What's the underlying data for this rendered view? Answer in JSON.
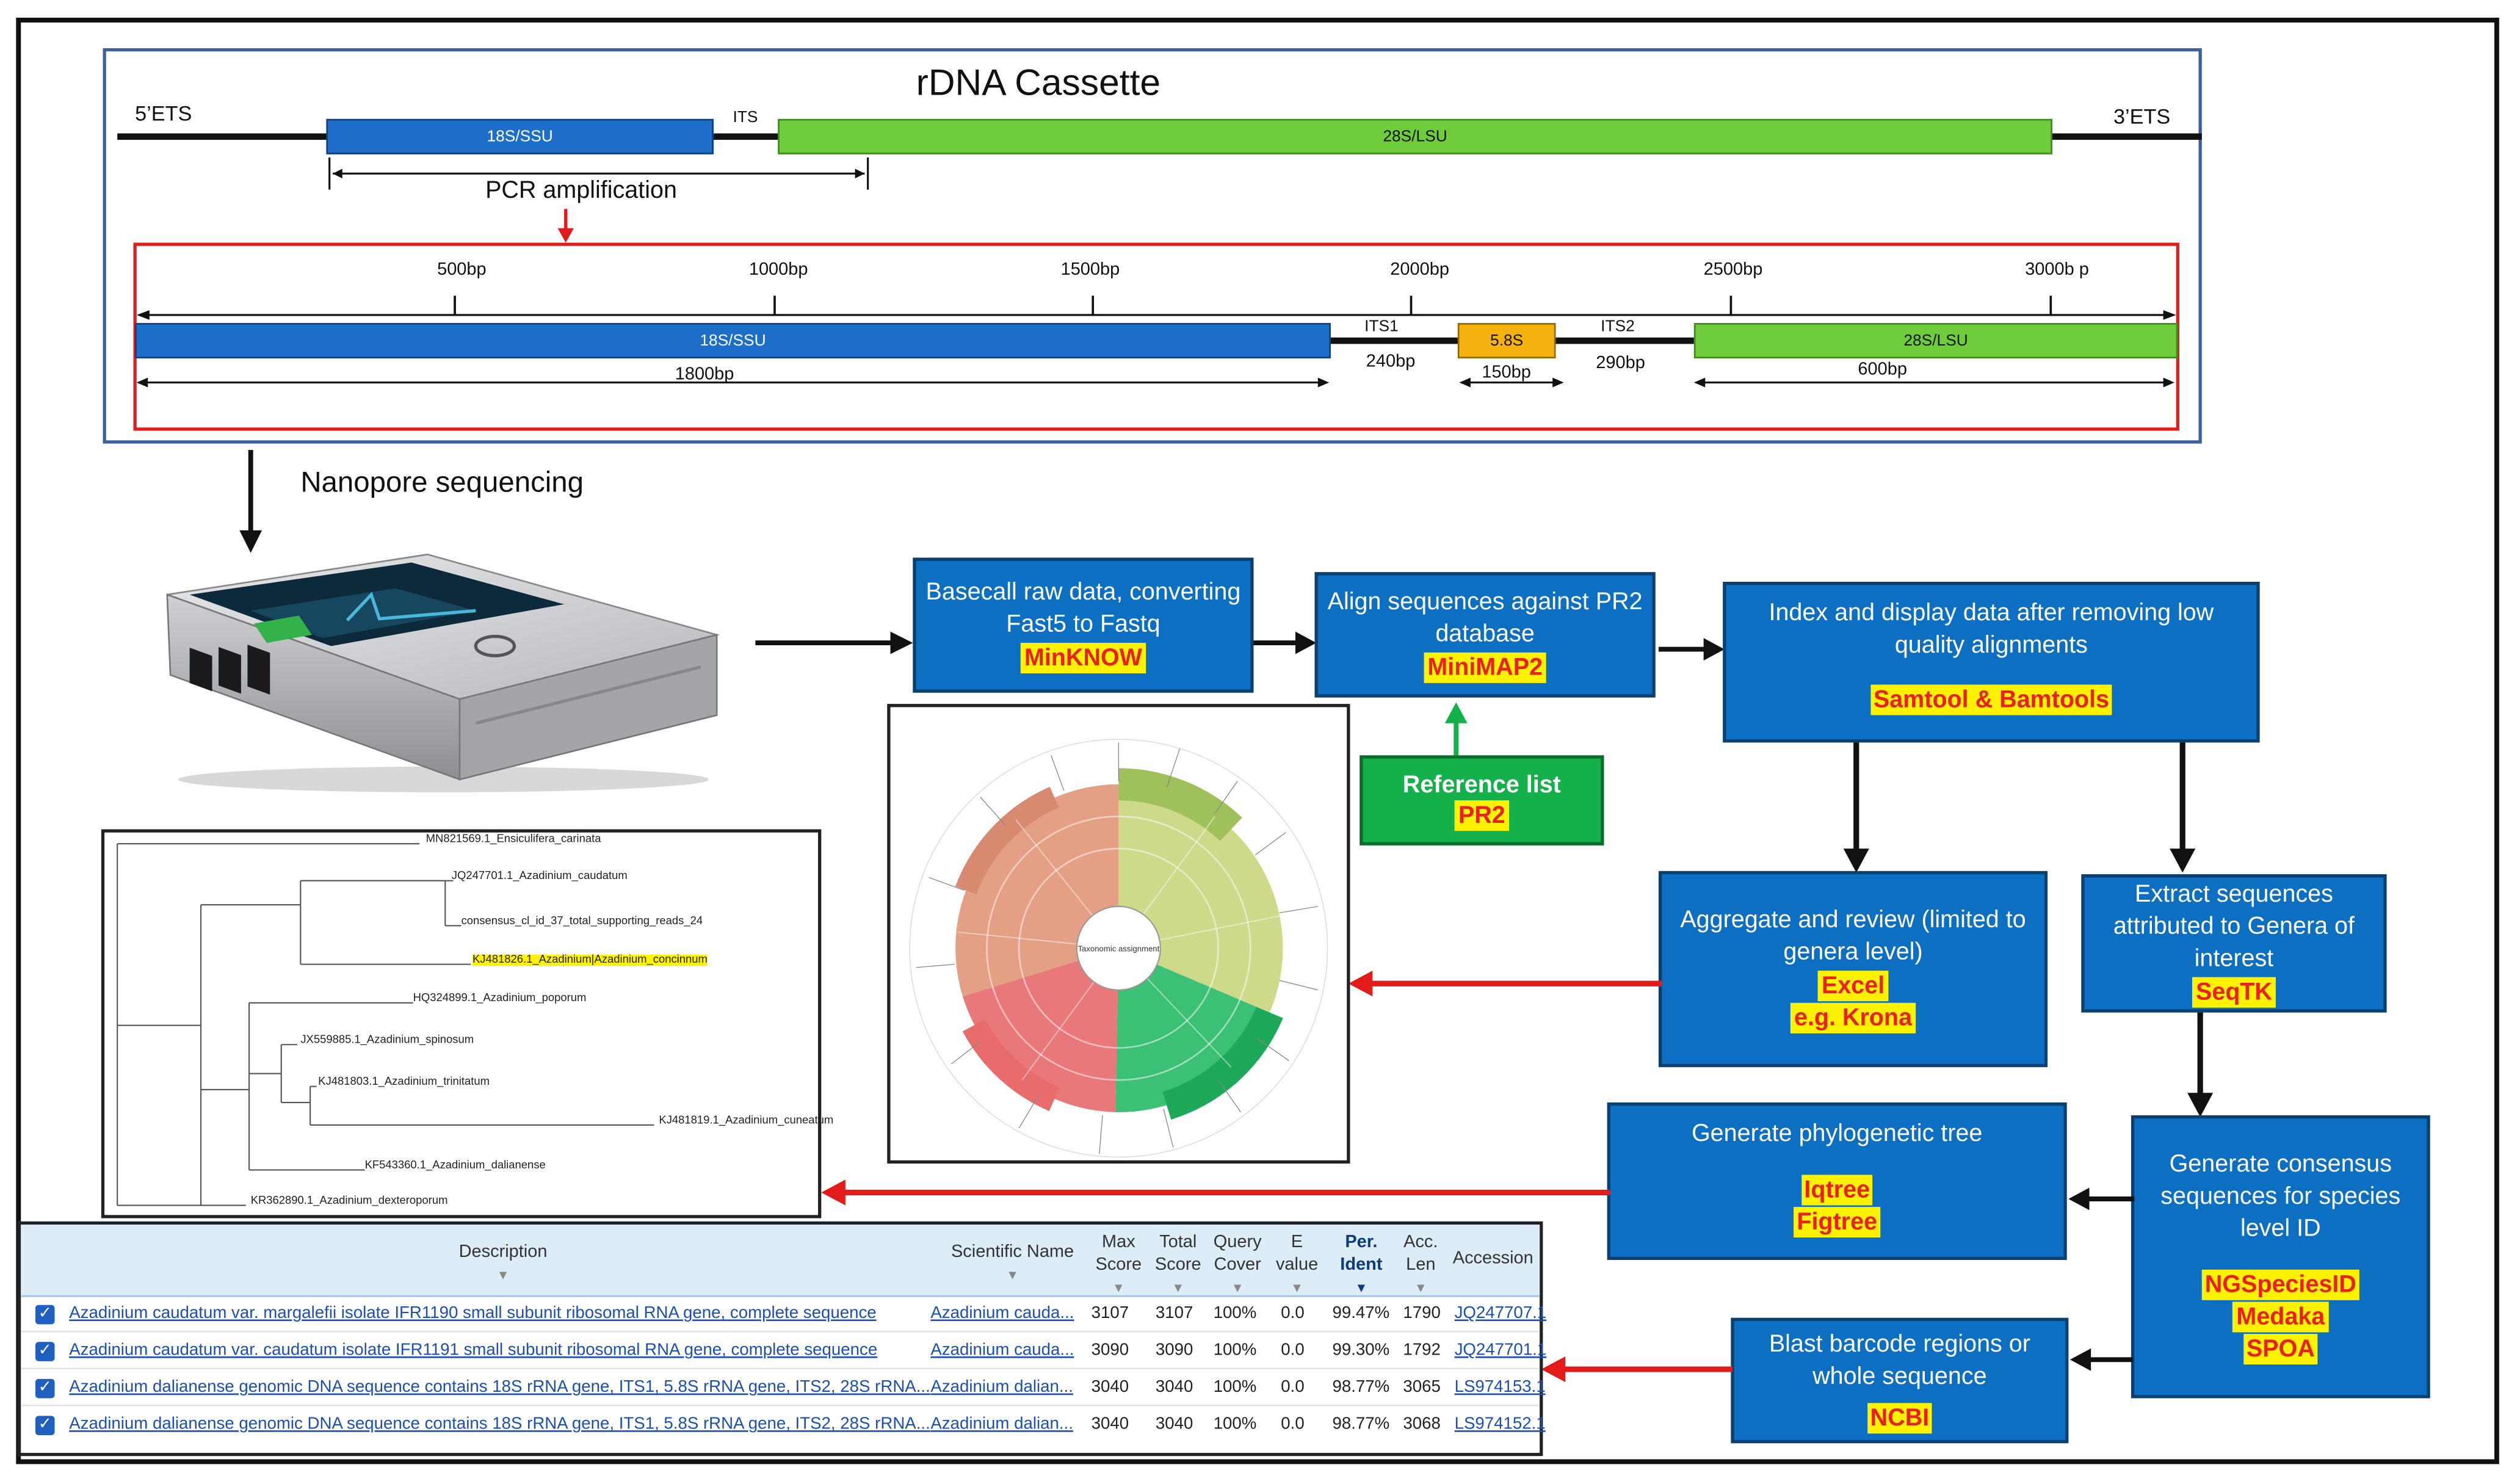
{
  "title": "rDNA Cassette",
  "cassette": {
    "left_end": "5’ETS",
    "right_end": "3’ETS",
    "ssu_label": "18S/SSU",
    "its_label": "ITS",
    "lsu_label": "28S/LSU",
    "pcr_label": "PCR amplification"
  },
  "zoom": {
    "ticks": [
      "500bp",
      "1000bp",
      "1500bp",
      "2000bp",
      "2500bp",
      "3000b p"
    ],
    "ssu_label": "18S/SSU",
    "its1_label": "ITS1",
    "s58_label": "5.8S",
    "its2_label": "ITS2",
    "lsu_label": "28S/LSU",
    "ssu_len": "1800bp",
    "its1_len": "240bp",
    "s58_len": "150bp",
    "its2_len": "290bp",
    "lsu_len": "600bp"
  },
  "nanopore_label": "Nanopore sequencing",
  "steps": {
    "basecall": {
      "text": "Basecall raw data, converting Fast5 to Fastq",
      "tool": "MinKNOW"
    },
    "align": {
      "text": "Align sequences against PR2 database",
      "tool": "MiniMAP2"
    },
    "reference": {
      "text": "Reference list",
      "tool": "PR2"
    },
    "index": {
      "text": "Index and display data after removing low quality alignments",
      "tool": "Samtool & Bamtools"
    },
    "aggregate": {
      "text": "Aggregate and review (limited to genera level)",
      "tool1": "Excel",
      "tool2": "e.g. Krona"
    },
    "extract": {
      "text": "Extract sequences attributed to Genera of interest",
      "tool": "SeqTK"
    },
    "phylo": {
      "text": "Generate phylogenetic tree",
      "tool1": "Iqtree",
      "tool2": "Figtree"
    },
    "consensus": {
      "text": "Generate consensus sequences for species level ID",
      "tool1": "NGSpeciesID",
      "tool2": "Medaka",
      "tool3": "SPOA"
    },
    "blast": {
      "text": "Blast barcode regions or whole sequence",
      "tool": "NCBI"
    }
  },
  "krona_center": "Taxonomic assignment",
  "tree_labels": [
    "MN821569.1_Ensiculifera_carinata",
    "JQ247701.1_Azadinium_caudatum",
    "consensus_cl_id_37_total_supporting_reads_24",
    "KJ481826.1_Azadinium|Azadinium_concinnum",
    "HQ324899.1_Azadinium_poporum",
    "JX559885.1_Azadinium_spinosum",
    "KJ481803.1_Azadinium_trinitatum",
    "KJ481819.1_Azadinium_cuneatum",
    "KF543360.1_Azadinium_dalianense",
    "KR362890.1_Azadinium_dexteroporum"
  ],
  "blast_table": {
    "headers": {
      "description": "Description",
      "sci": "Scientific Name",
      "max1": "Max",
      "max2": "Score",
      "total1": "Total",
      "total2": "Score",
      "query1": "Query",
      "query2": "Cover",
      "e1": "E",
      "e2": "value",
      "per1": "Per.",
      "per2": "Ident",
      "acc1": "Acc.",
      "acc2": "Len",
      "accession": "Accession"
    },
    "rows": [
      {
        "desc": "Azadinium caudatum var. margalefii isolate IFR1190 small subunit ribosomal RNA gene, complete sequence",
        "sci": "Azadinium cauda...",
        "max": "3107",
        "total": "3107",
        "cover": "100%",
        "e": "0.0",
        "ident": "99.47%",
        "len": "1790",
        "acc": "JQ247707.1"
      },
      {
        "desc": "Azadinium caudatum var. caudatum isolate IFR1191 small subunit ribosomal RNA gene, complete sequence",
        "sci": "Azadinium cauda...",
        "max": "3090",
        "total": "3090",
        "cover": "100%",
        "e": "0.0",
        "ident": "99.30%",
        "len": "1792",
        "acc": "JQ247701.1"
      },
      {
        "desc": "Azadinium dalianense genomic DNA sequence contains 18S rRNA gene, ITS1, 5.8S rRNA gene, ITS2, 28S rRNA...",
        "sci": "Azadinium dalian...",
        "max": "3040",
        "total": "3040",
        "cover": "100%",
        "e": "0.0",
        "ident": "98.77%",
        "len": "3065",
        "acc": "LS974153.1"
      },
      {
        "desc": "Azadinium dalianense genomic DNA sequence contains 18S rRNA gene, ITS1, 5.8S rRNA gene, ITS2, 28S rRNA...",
        "sci": "Azadinium dalian...",
        "max": "3040",
        "total": "3040",
        "cover": "100%",
        "e": "0.0",
        "ident": "98.77%",
        "len": "3068",
        "acc": "LS974152.1"
      }
    ]
  }
}
